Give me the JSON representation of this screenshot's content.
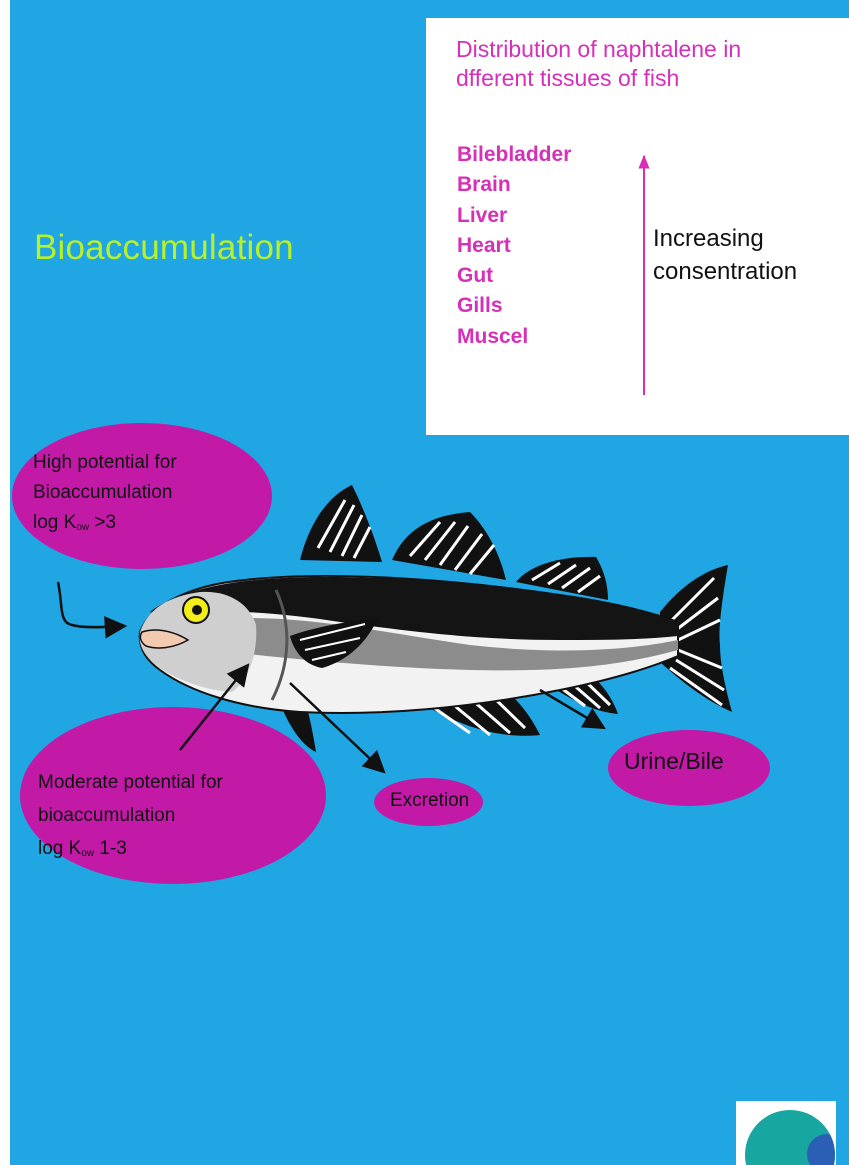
{
  "title": "Bioaccumulation",
  "distribution": {
    "title_line1": "Distribution of naphtalene in",
    "title_line2": "dfferent tissues of fish",
    "tissues": [
      "Bilebladder",
      "Brain",
      "Liver",
      "Heart",
      "Gut",
      "Gills",
      "Muscel"
    ],
    "arrow_label_line1": "Increasing",
    "arrow_label_line2": "consentration"
  },
  "bubbles": {
    "high": {
      "line1": "High potential for",
      "line2": "Bioaccumulation",
      "line3_prefix": "log K",
      "line3_sub": "ow",
      "line3_suffix": " >3"
    },
    "moderate": {
      "line1": "Moderate potential for",
      "line2": "bioaccumulation",
      "line3_prefix": "log K",
      "line3_sub": "ow",
      "line3_suffix": "  1-3"
    },
    "excretion": "Excretion",
    "urine": "Urine/Bile"
  },
  "colors": {
    "background": "#1fa6e3",
    "magenta_bubble": "#c21aa6",
    "magenta_text": "#d62fb8",
    "title_green": "#b8f02a",
    "fish_eye": "#f2ee1a"
  },
  "icons": [
    "fish-illustration",
    "arrow-icon",
    "logo-icon"
  ]
}
